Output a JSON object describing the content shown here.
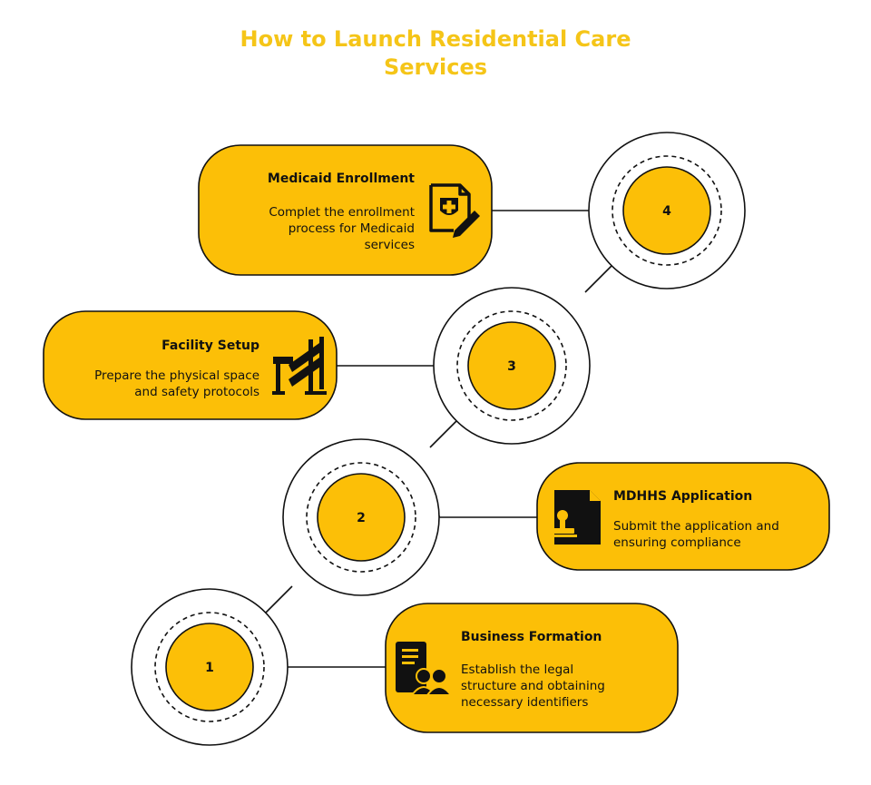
{
  "title": "How to Launch Residential Care Services",
  "colors": {
    "accent": "#FCBF07",
    "title": "#F5C518",
    "stroke": "#111111"
  },
  "steps": [
    {
      "number": "1",
      "title": "Business Formation",
      "description": [
        "Establish the legal",
        "structure and obtaining",
        "necessary identifiers"
      ],
      "icon": "business-team-document-icon"
    },
    {
      "number": "2",
      "title": "MDHHS Application",
      "description": [
        "Submit the application and",
        "ensuring compliance"
      ],
      "icon": "document-stamp-icon"
    },
    {
      "number": "3",
      "title": "Facility Setup",
      "description": [
        "Prepare the physical space",
        "and safety protocols"
      ],
      "icon": "construction-barrier-icon"
    },
    {
      "number": "4",
      "title": "Medicaid Enrollment",
      "description": [
        "Complet the enrollment",
        "process for Medicaid",
        "services"
      ],
      "icon": "medical-form-edit-icon"
    }
  ]
}
